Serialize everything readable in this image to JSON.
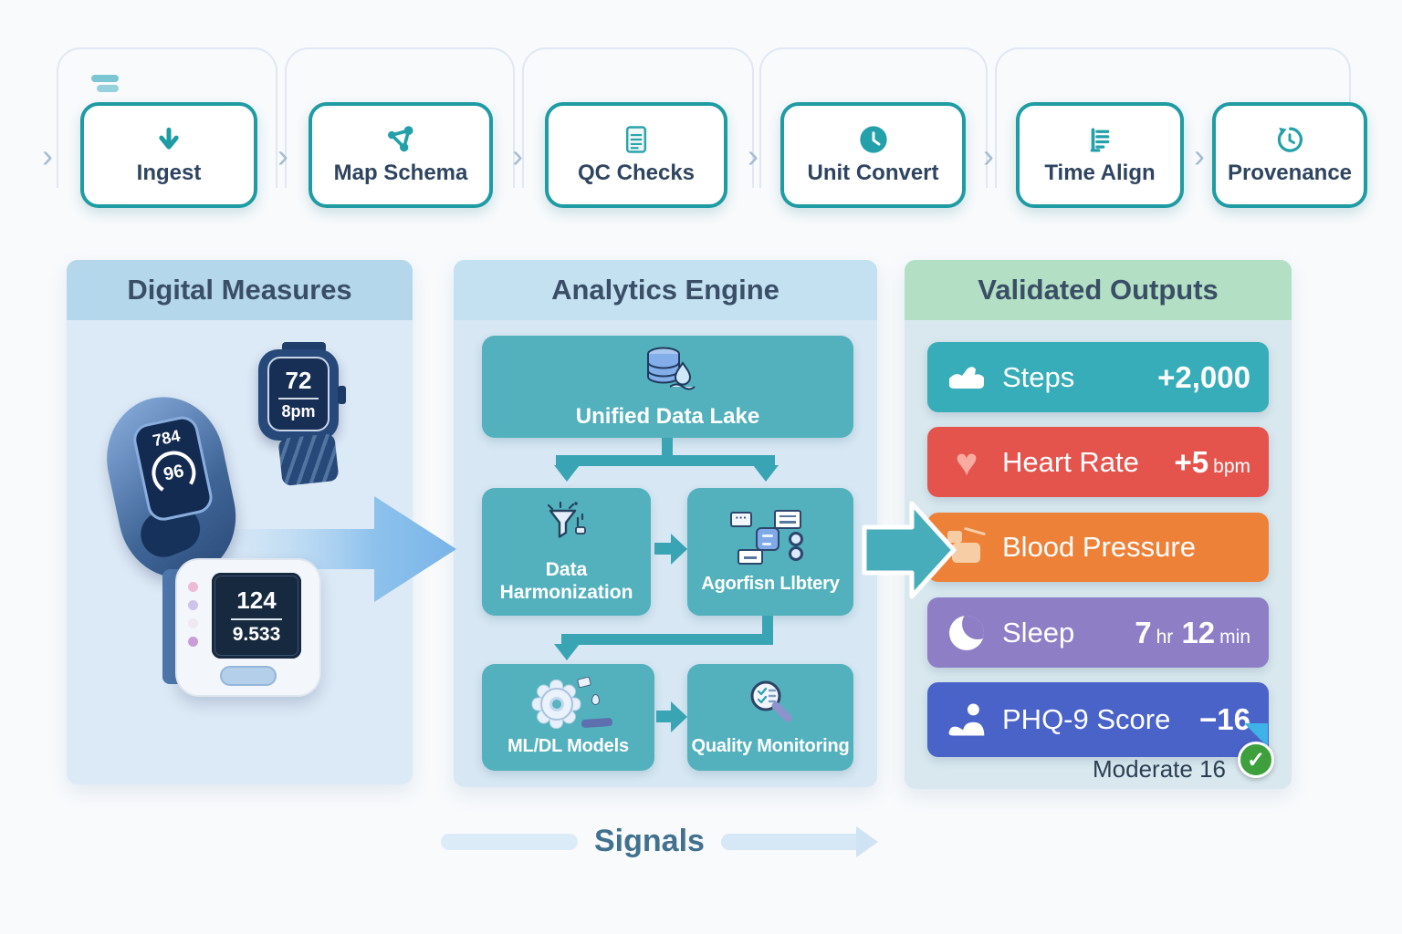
{
  "pipeline": {
    "chevron": "›",
    "steps": [
      {
        "label": "Ingest",
        "icon": "download-arrow-icon"
      },
      {
        "label": "Map Schema",
        "icon": "network-nodes-icon"
      },
      {
        "label": "QC Checks",
        "icon": "document-checklist-icon"
      },
      {
        "label": "Unit Convert",
        "icon": "clock-icon"
      },
      {
        "label": "Time Align",
        "icon": "stacked-list-icon"
      },
      {
        "label": "Provenance",
        "icon": "history-icon"
      }
    ]
  },
  "panels": {
    "digital_measures": {
      "title": "Digital Measures",
      "fitness_band": {
        "reading": "784",
        "gauge": "96"
      },
      "smartwatch": {
        "heart_rate": "72",
        "time": "8pm"
      },
      "bp_monitor": {
        "systolic": "124",
        "secondary": "9.533"
      }
    },
    "analytics_engine": {
      "title": "Analytics Engine",
      "lake": {
        "label": "Unified Data Lake",
        "icon": "database-droplet-icon"
      },
      "harmonization": {
        "label": "Data Harmonization",
        "icon": "funnel-icon"
      },
      "library": {
        "label": "Agorfisn Llbtery",
        "icon": "chat-modules-icon"
      },
      "models": {
        "label": "ML/DL Models",
        "icon": "gear-icon"
      },
      "monitoring": {
        "label": "Quality Monitoring",
        "icon": "magnifier-checklist-icon"
      }
    },
    "validated_outputs": {
      "title": "Validated Outputs",
      "cards": {
        "steps": {
          "label": "Steps",
          "value": "+2,000",
          "icon": "shoe-steps-icon",
          "color": "#36adb9"
        },
        "heart_rate": {
          "label": "Heart Rate",
          "value": "+5",
          "unit": "bpm",
          "icon": "heart-icon",
          "color": "#e4544d"
        },
        "blood_pressure": {
          "label": "Blood Pressure",
          "icon": "bp-cuff-icon",
          "color": "#ee8138"
        },
        "sleep": {
          "label": "Sleep",
          "value1": "7",
          "unit1": "hr",
          "value2": "12",
          "unit2": "min",
          "icon": "moon-icon",
          "color": "#8d7ec6"
        },
        "phq9": {
          "label": "PHQ-9 Score",
          "value": "−16",
          "icon": "person-icon",
          "color": "#4a63c9"
        }
      },
      "footnote": "Moderate 16",
      "badge_check": "✓"
    }
  },
  "footer": {
    "label": "Signals"
  },
  "colors": {
    "accent_teal": "#1f9ba4",
    "node_teal": "#53b1bd",
    "header_blue": "#b4d7eb",
    "header_green": "#b3dfc4",
    "check_green": "#3da03d",
    "flag_cyan": "#3fb2e8"
  }
}
